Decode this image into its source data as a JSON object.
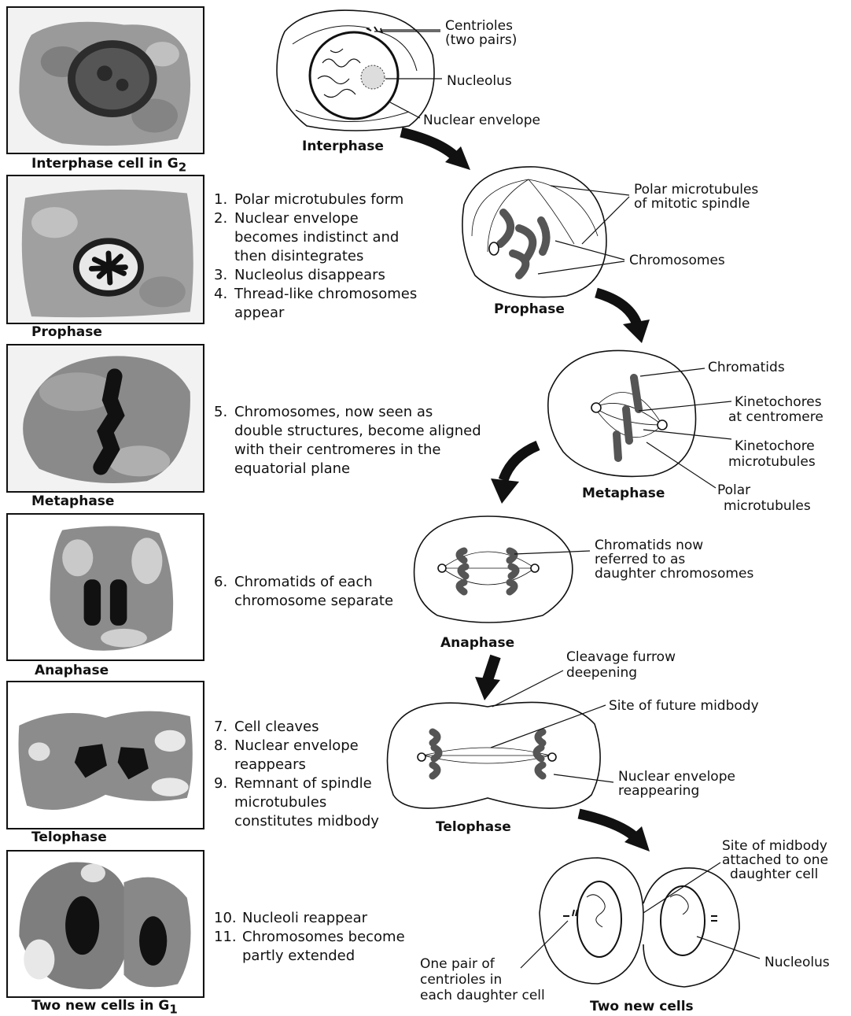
{
  "photos": [
    {
      "caption": "Interphase cell in G",
      "sub": "2"
    },
    {
      "caption": "Prophase",
      "sub": ""
    },
    {
      "caption": "Metaphase",
      "sub": ""
    },
    {
      "caption": "Anaphase",
      "sub": ""
    },
    {
      "caption": "Telophase",
      "sub": ""
    },
    {
      "caption": "Two new cells in G",
      "sub": "1"
    }
  ],
  "steps": {
    "prophase": [
      {
        "n": "1.",
        "text": "Polar microtubules form"
      },
      {
        "n": "2.",
        "text": "Nuclear envelope becomes indistinct and then disintegrates"
      },
      {
        "n": "3.",
        "text": "Nucleolus disappears"
      },
      {
        "n": "4.",
        "text": "Thread-like chromosomes appear"
      }
    ],
    "metaphase": [
      {
        "n": "5.",
        "text": "Chromosomes, now seen as double structures, become aligned with their centromeres in the equatorial plane"
      }
    ],
    "anaphase": [
      {
        "n": "6.",
        "text": "Chromatids of each chromosome separate"
      }
    ],
    "telophase": [
      {
        "n": "7.",
        "text": "Cell cleaves"
      },
      {
        "n": "8.",
        "text": "Nuclear envelope reappears"
      },
      {
        "n": "9.",
        "text": "Remnant of spindle microtubules constitutes midbody"
      }
    ],
    "new_cells": [
      {
        "n": "10.",
        "text": "Nucleoli reappear"
      },
      {
        "n": "11.",
        "text": "Chromosomes become partly extended"
      }
    ]
  },
  "stages": {
    "interphase": "Interphase",
    "prophase": "Prophase",
    "metaphase": "Metaphase",
    "anaphase": "Anaphase",
    "telophase": "Telophase",
    "new_cells": "Two new cells"
  },
  "labels": {
    "centrioles_1": "Centrioles",
    "centrioles_2": "(two pairs)",
    "nucleolus": "Nucleolus",
    "nuclear_envelope": "Nuclear envelope",
    "polar_mt_1": "Polar microtubules",
    "polar_mt_2": "of mitotic spindle",
    "chromosomes": "Chromosomes",
    "chromatids": "Chromatids",
    "kinetochores_1": "Kinetochores",
    "kinetochores_2": "at centromere",
    "kinetochore_mt_1": "Kinetochore",
    "kinetochore_mt_2": "microtubules",
    "polar_1": "Polar",
    "polar_2": "microtubules",
    "daughter_1": "Chromatids now",
    "daughter_2": "referred to as",
    "daughter_3": "daughter chromosomes",
    "furrow_1": "Cleavage furrow",
    "furrow_2": "deepening",
    "midbody_site": "Site of future midbody",
    "env_reappear_1": "Nuclear envelope",
    "env_reappear_2": "reappearing",
    "midbody_att_1": "Site of midbody",
    "midbody_att_2": "attached to one",
    "midbody_att_3": "daughter cell",
    "nucleolus_2": "Nucleolus",
    "centriole_pair_1": "One pair of",
    "centriole_pair_2": "centrioles in",
    "centriole_pair_3": "each daughter cell"
  }
}
